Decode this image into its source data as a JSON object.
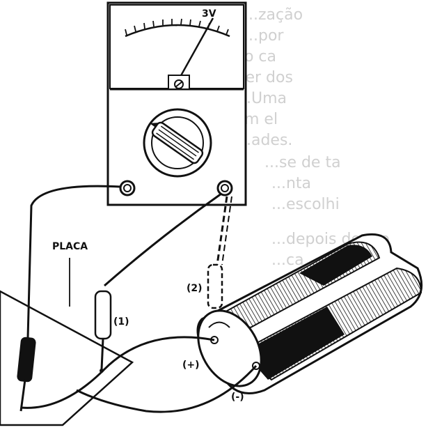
{
  "meter": {
    "range_label": "3V"
  },
  "labels": {
    "plate": "PLACA",
    "probe_1": "(1)",
    "probe_2": "(2)",
    "positive": "(+)",
    "negative": "(-)"
  },
  "background_text_lines": [
    "...zação",
    "...por",
    "...o ca",
    "...ser dos",
    "...Uma",
    "...m el",
    "...ades.",
    "...se de ta",
    "...nta",
    "...escolhi",
    "...depois de mo",
    "...ca"
  ],
  "colors": {
    "ink": "#111111",
    "paper": "#ffffff",
    "faint_text": "#d0d0d0"
  }
}
